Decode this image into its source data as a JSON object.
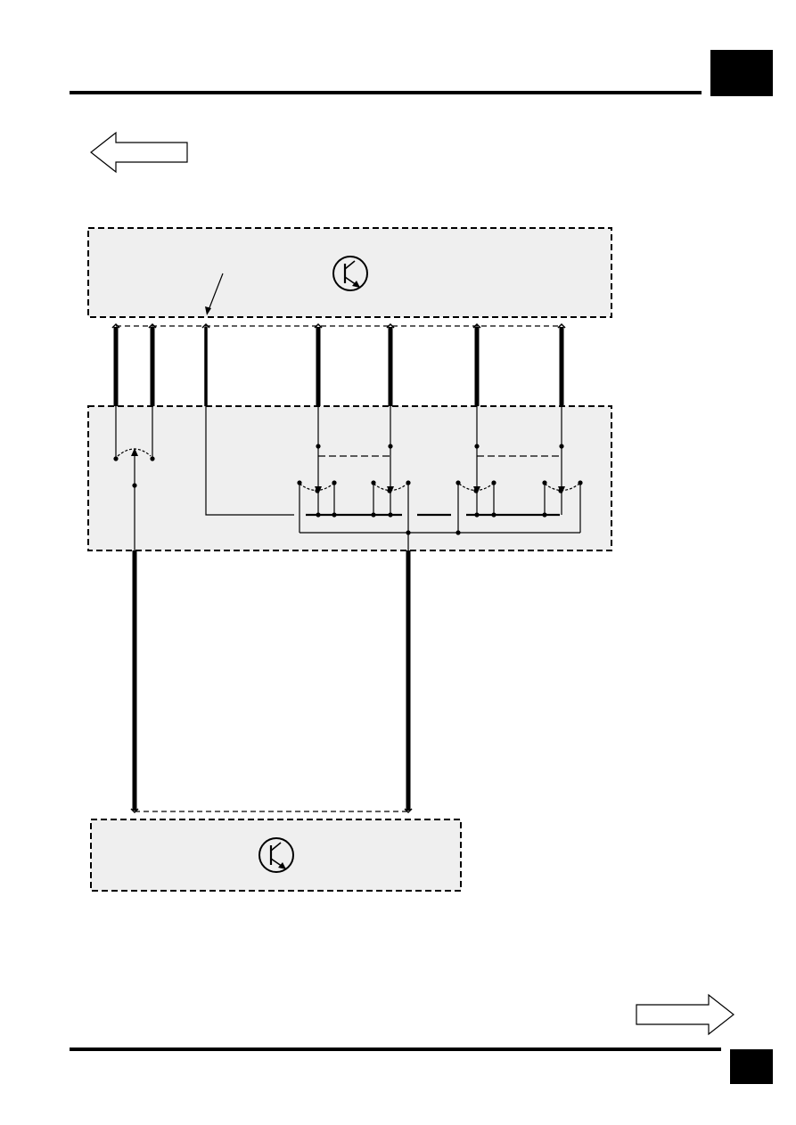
{
  "page": {
    "header_tab": "",
    "footer_tab": ""
  },
  "navigation": {
    "previous_icon": "arrow-left-outline",
    "next_icon": "arrow-right-outline"
  },
  "diagram": {
    "top_module": {
      "label": "",
      "symbol": "transistor"
    },
    "middle_module": {
      "label": "",
      "symbol": "switch-assembly"
    },
    "bottom_module": {
      "label": "",
      "symbol": "transistor"
    },
    "colors": {
      "fill": "#efefef",
      "line": "#000000"
    }
  }
}
